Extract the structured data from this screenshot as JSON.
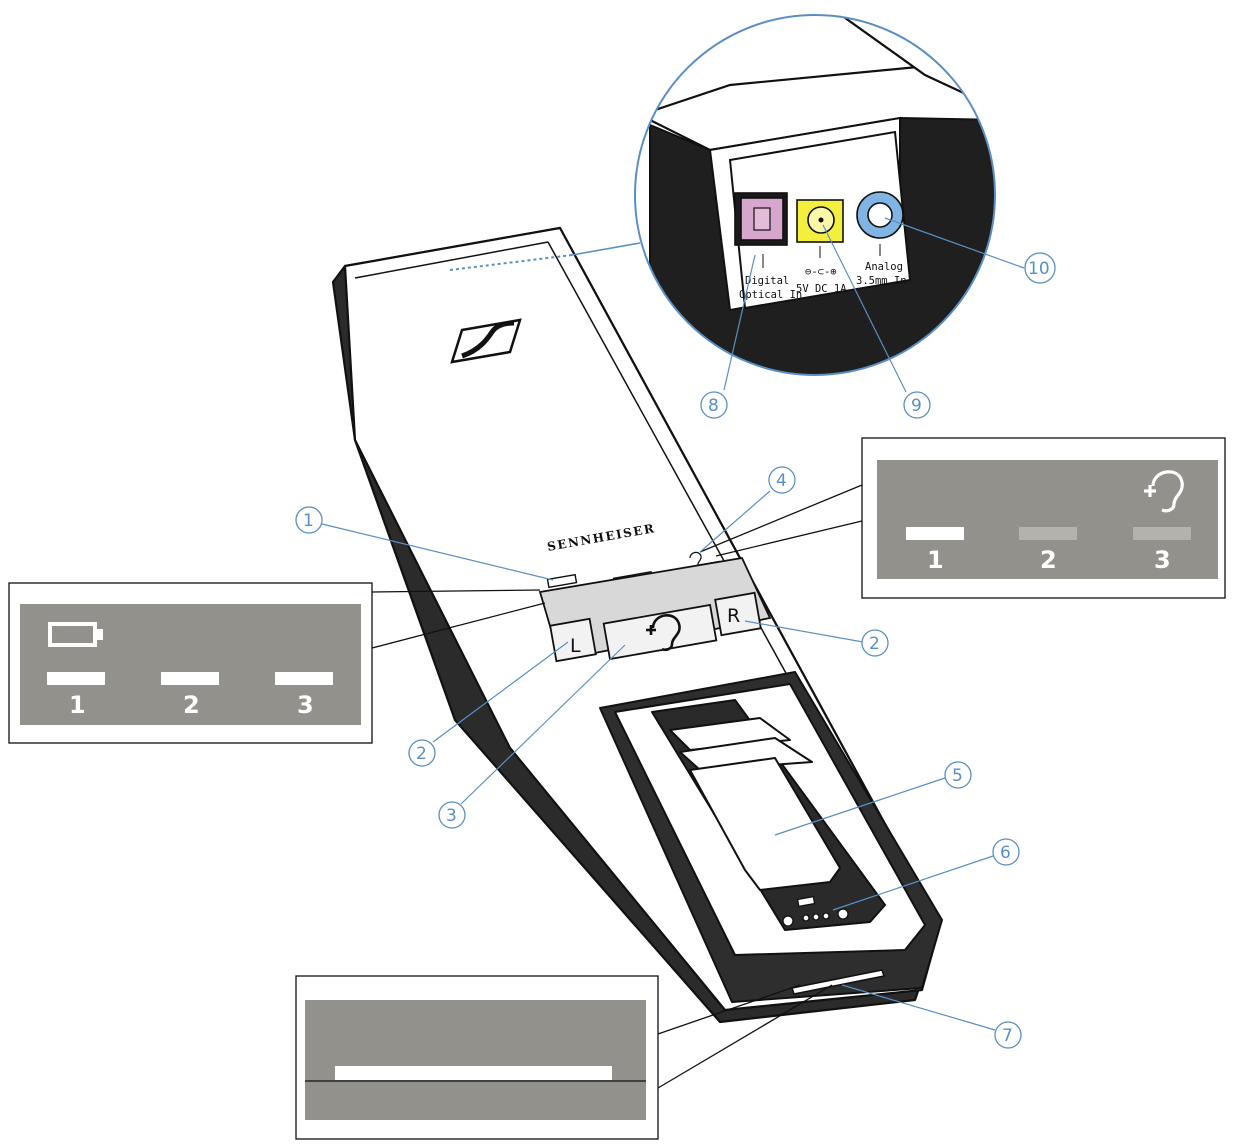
{
  "device": {
    "brand": "SENNHEISER",
    "slot_numbers": [
      "1",
      "2",
      "3"
    ],
    "left_key": "L",
    "right_key": "R"
  },
  "ports": {
    "optical_label_line1": "Digital",
    "optical_label_line2": "Optical In",
    "power_symbol": "⊖-⊂-⊕",
    "power_label": "5V DC  1A",
    "analog_label_line1": "Analog",
    "analog_label_line2": "3.5mm In"
  },
  "callouts": {
    "c1": "①",
    "c2a": "②",
    "c2b": "②",
    "c3": "③",
    "c4": "④",
    "c5": "⑤",
    "c6": "⑥",
    "c7": "⑦",
    "c8": "⑧",
    "c9": "⑨",
    "c10": "⑩"
  },
  "battery_panel": {
    "numbers": [
      "1",
      "2",
      "3"
    ]
  },
  "program_panel": {
    "numbers": [
      "1",
      "2",
      "3"
    ]
  },
  "colors": {
    "panel_gray": "#93918b",
    "callout_blue": "#5a8fc4",
    "optical_pink": "#d7a6cd",
    "power_yellow": "#f4ee3e",
    "analog_blue": "#7fb4e4"
  }
}
